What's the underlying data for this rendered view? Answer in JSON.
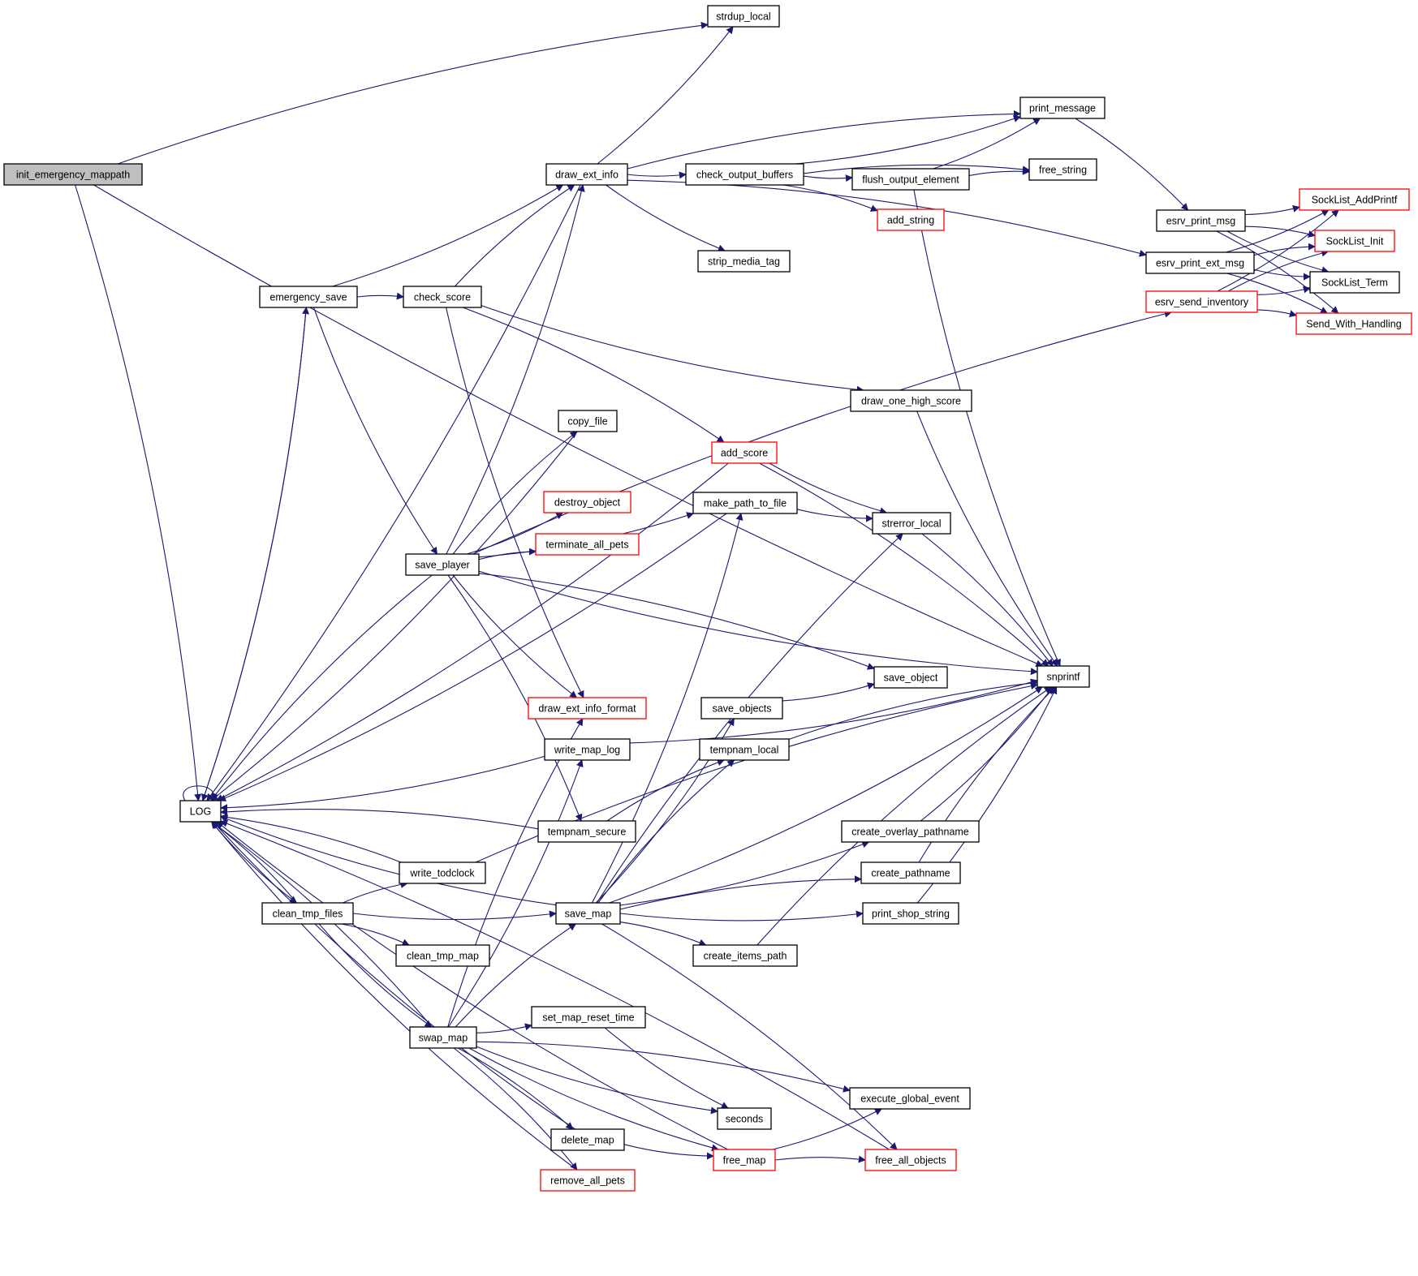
{
  "diagram": {
    "type": "call-graph",
    "root": "init_emergency_mappath",
    "colors": {
      "edge": "#191970",
      "node_border": "#000000",
      "node_border_truncated": "#ff0000",
      "node_fill": "#ffffff",
      "root_fill": "#bfbfbf"
    },
    "nodes": [
      {
        "id": "init_emergency_mappath",
        "label": "init_emergency_mappath",
        "kind": "root"
      },
      {
        "id": "strdup_local",
        "label": "strdup_local",
        "kind": "normal"
      },
      {
        "id": "print_message",
        "label": "print_message",
        "kind": "normal"
      },
      {
        "id": "draw_ext_info",
        "label": "draw_ext_info",
        "kind": "normal"
      },
      {
        "id": "check_output_buffers",
        "label": "check_output_buffers",
        "kind": "normal"
      },
      {
        "id": "flush_output_element",
        "label": "flush_output_element",
        "kind": "normal"
      },
      {
        "id": "free_string",
        "label": "free_string",
        "kind": "normal"
      },
      {
        "id": "add_string",
        "label": "add_string",
        "kind": "truncated"
      },
      {
        "id": "strip_media_tag",
        "label": "strip_media_tag",
        "kind": "normal"
      },
      {
        "id": "esrv_print_msg",
        "label": "esrv_print_msg",
        "kind": "normal"
      },
      {
        "id": "esrv_print_ext_msg",
        "label": "esrv_print_ext_msg",
        "kind": "normal"
      },
      {
        "id": "esrv_send_inventory",
        "label": "esrv_send_inventory",
        "kind": "truncated"
      },
      {
        "id": "SockList_AddPrintf",
        "label": "SockList_AddPrintf",
        "kind": "truncated"
      },
      {
        "id": "SockList_Init",
        "label": "SockList_Init",
        "kind": "truncated"
      },
      {
        "id": "SockList_Term",
        "label": "SockList_Term",
        "kind": "normal"
      },
      {
        "id": "Send_With_Handling",
        "label": "Send_With_Handling",
        "kind": "truncated"
      },
      {
        "id": "emergency_save",
        "label": "emergency_save",
        "kind": "normal"
      },
      {
        "id": "check_score",
        "label": "check_score",
        "kind": "normal"
      },
      {
        "id": "draw_one_high_score",
        "label": "draw_one_high_score",
        "kind": "normal"
      },
      {
        "id": "add_score",
        "label": "add_score",
        "kind": "truncated"
      },
      {
        "id": "copy_file",
        "label": "copy_file",
        "kind": "normal"
      },
      {
        "id": "destroy_object",
        "label": "destroy_object",
        "kind": "truncated"
      },
      {
        "id": "terminate_all_pets",
        "label": "terminate_all_pets",
        "kind": "truncated"
      },
      {
        "id": "make_path_to_file",
        "label": "make_path_to_file",
        "kind": "normal"
      },
      {
        "id": "strerror_local",
        "label": "strerror_local",
        "kind": "normal"
      },
      {
        "id": "save_player",
        "label": "save_player",
        "kind": "normal"
      },
      {
        "id": "snprintf",
        "label": "snprintf",
        "kind": "normal"
      },
      {
        "id": "save_object",
        "label": "save_object",
        "kind": "normal"
      },
      {
        "id": "draw_ext_info_format",
        "label": "draw_ext_info_format",
        "kind": "truncated"
      },
      {
        "id": "save_objects",
        "label": "save_objects",
        "kind": "normal"
      },
      {
        "id": "write_map_log",
        "label": "write_map_log",
        "kind": "normal"
      },
      {
        "id": "tempnam_local",
        "label": "tempnam_local",
        "kind": "normal"
      },
      {
        "id": "LOG",
        "label": "LOG",
        "kind": "normal"
      },
      {
        "id": "tempnam_secure",
        "label": "tempnam_secure",
        "kind": "normal"
      },
      {
        "id": "create_overlay_pathname",
        "label": "create_overlay_pathname",
        "kind": "normal"
      },
      {
        "id": "write_todclock",
        "label": "write_todclock",
        "kind": "normal"
      },
      {
        "id": "create_pathname",
        "label": "create_pathname",
        "kind": "normal"
      },
      {
        "id": "clean_tmp_files",
        "label": "clean_tmp_files",
        "kind": "normal"
      },
      {
        "id": "save_map",
        "label": "save_map",
        "kind": "normal"
      },
      {
        "id": "print_shop_string",
        "label": "print_shop_string",
        "kind": "normal"
      },
      {
        "id": "clean_tmp_map",
        "label": "clean_tmp_map",
        "kind": "normal"
      },
      {
        "id": "create_items_path",
        "label": "create_items_path",
        "kind": "normal"
      },
      {
        "id": "set_map_reset_time",
        "label": "set_map_reset_time",
        "kind": "normal"
      },
      {
        "id": "swap_map",
        "label": "swap_map",
        "kind": "normal"
      },
      {
        "id": "execute_global_event",
        "label": "execute_global_event",
        "kind": "normal"
      },
      {
        "id": "seconds",
        "label": "seconds",
        "kind": "normal"
      },
      {
        "id": "delete_map",
        "label": "delete_map",
        "kind": "normal"
      },
      {
        "id": "free_map",
        "label": "free_map",
        "kind": "truncated"
      },
      {
        "id": "free_all_objects",
        "label": "free_all_objects",
        "kind": "truncated"
      },
      {
        "id": "remove_all_pets",
        "label": "remove_all_pets",
        "kind": "truncated"
      }
    ],
    "edges": [
      [
        "init_emergency_mappath",
        "strdup_local"
      ],
      [
        "init_emergency_mappath",
        "snprintf"
      ],
      [
        "init_emergency_mappath",
        "LOG"
      ],
      [
        "draw_ext_info",
        "strdup_local"
      ],
      [
        "draw_ext_info",
        "print_message"
      ],
      [
        "draw_ext_info",
        "check_output_buffers"
      ],
      [
        "draw_ext_info",
        "esrv_print_ext_msg"
      ],
      [
        "draw_ext_info",
        "strip_media_tag"
      ],
      [
        "draw_ext_info",
        "LOG"
      ],
      [
        "check_output_buffers",
        "print_message"
      ],
      [
        "check_output_buffers",
        "free_string"
      ],
      [
        "check_output_buffers",
        "flush_output_element"
      ],
      [
        "check_output_buffers",
        "add_string"
      ],
      [
        "flush_output_element",
        "print_message"
      ],
      [
        "flush_output_element",
        "free_string"
      ],
      [
        "flush_output_element",
        "snprintf"
      ],
      [
        "print_message",
        "esrv_print_msg"
      ],
      [
        "esrv_print_msg",
        "SockList_AddPrintf"
      ],
      [
        "esrv_print_msg",
        "SockList_Init"
      ],
      [
        "esrv_print_msg",
        "SockList_Term"
      ],
      [
        "esrv_print_msg",
        "Send_With_Handling"
      ],
      [
        "esrv_print_ext_msg",
        "SockList_AddPrintf"
      ],
      [
        "esrv_print_ext_msg",
        "SockList_Init"
      ],
      [
        "esrv_print_ext_msg",
        "SockList_Term"
      ],
      [
        "esrv_print_ext_msg",
        "Send_With_Handling"
      ],
      [
        "esrv_send_inventory",
        "SockList_AddPrintf"
      ],
      [
        "esrv_send_inventory",
        "SockList_Init"
      ],
      [
        "esrv_send_inventory",
        "SockList_Term"
      ],
      [
        "esrv_send_inventory",
        "Send_With_Handling"
      ],
      [
        "emergency_save",
        "draw_ext_info"
      ],
      [
        "emergency_save",
        "check_score"
      ],
      [
        "emergency_save",
        "save_player"
      ],
      [
        "emergency_save",
        "LOG"
      ],
      [
        "LOG",
        "emergency_save"
      ],
      [
        "LOG",
        "LOG"
      ],
      [
        "LOG",
        "clean_tmp_files"
      ],
      [
        "check_score",
        "draw_ext_info"
      ],
      [
        "check_score",
        "draw_one_high_score"
      ],
      [
        "check_score",
        "add_score"
      ],
      [
        "check_score",
        "draw_ext_info_format"
      ],
      [
        "add_score",
        "LOG"
      ],
      [
        "add_score",
        "strerror_local"
      ],
      [
        "add_score",
        "snprintf"
      ],
      [
        "draw_one_high_score",
        "snprintf"
      ],
      [
        "make_path_to_file",
        "LOG"
      ],
      [
        "make_path_to_file",
        "strerror_local"
      ],
      [
        "strerror_local",
        "snprintf"
      ],
      [
        "save_player",
        "draw_ext_info"
      ],
      [
        "save_player",
        "copy_file"
      ],
      [
        "save_player",
        "destroy_object"
      ],
      [
        "save_player",
        "terminate_all_pets"
      ],
      [
        "save_player",
        "make_path_to_file"
      ],
      [
        "save_player",
        "esrv_send_inventory"
      ],
      [
        "save_player",
        "snprintf"
      ],
      [
        "save_player",
        "save_object"
      ],
      [
        "save_player",
        "draw_ext_info_format"
      ],
      [
        "save_player",
        "tempnam_secure"
      ],
      [
        "save_player",
        "LOG"
      ],
      [
        "copy_file",
        "LOG"
      ],
      [
        "save_objects",
        "save_object"
      ],
      [
        "write_map_log",
        "LOG"
      ],
      [
        "write_map_log",
        "snprintf"
      ],
      [
        "tempnam_local",
        "snprintf"
      ],
      [
        "tempnam_secure",
        "LOG"
      ],
      [
        "tempnam_secure",
        "tempnam_local"
      ],
      [
        "write_todclock",
        "LOG"
      ],
      [
        "write_todclock",
        "snprintf"
      ],
      [
        "clean_tmp_files",
        "LOG"
      ],
      [
        "clean_tmp_files",
        "write_todclock"
      ],
      [
        "clean_tmp_files",
        "save_map"
      ],
      [
        "clean_tmp_files",
        "clean_tmp_map"
      ],
      [
        "clean_tmp_files",
        "swap_map"
      ],
      [
        "save_map",
        "LOG"
      ],
      [
        "save_map",
        "make_path_to_file"
      ],
      [
        "save_map",
        "strerror_local"
      ],
      [
        "save_map",
        "save_objects"
      ],
      [
        "save_map",
        "tempnam_local"
      ],
      [
        "save_map",
        "create_overlay_pathname"
      ],
      [
        "save_map",
        "create_pathname"
      ],
      [
        "save_map",
        "print_shop_string"
      ],
      [
        "save_map",
        "create_items_path"
      ],
      [
        "save_map",
        "snprintf"
      ],
      [
        "save_map",
        "free_all_objects"
      ],
      [
        "create_overlay_pathname",
        "snprintf"
      ],
      [
        "create_pathname",
        "snprintf"
      ],
      [
        "print_shop_string",
        "snprintf"
      ],
      [
        "create_items_path",
        "snprintf"
      ],
      [
        "swap_map",
        "LOG"
      ],
      [
        "swap_map",
        "save_map"
      ],
      [
        "swap_map",
        "write_map_log"
      ],
      [
        "swap_map",
        "draw_ext_info_format"
      ],
      [
        "swap_map",
        "set_map_reset_time"
      ],
      [
        "swap_map",
        "execute_global_event"
      ],
      [
        "swap_map",
        "seconds"
      ],
      [
        "swap_map",
        "delete_map"
      ],
      [
        "swap_map",
        "free_map"
      ],
      [
        "swap_map",
        "remove_all_pets"
      ],
      [
        "set_map_reset_time",
        "seconds"
      ],
      [
        "delete_map",
        "LOG"
      ],
      [
        "delete_map",
        "free_map"
      ],
      [
        "free_map",
        "LOG"
      ],
      [
        "free_map",
        "execute_global_event"
      ],
      [
        "free_map",
        "free_all_objects"
      ],
      [
        "free_all_objects",
        "LOG"
      ],
      [
        "remove_all_pets",
        "LOG"
      ]
    ]
  }
}
